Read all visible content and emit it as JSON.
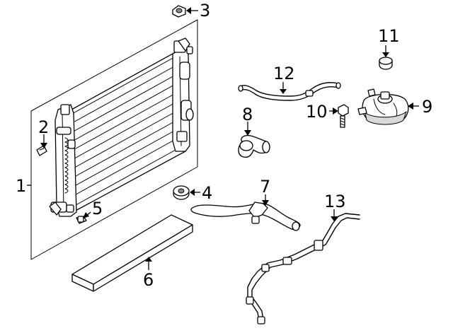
{
  "callouts": [
    {
      "number": "1",
      "part": "radiator"
    },
    {
      "number": "2",
      "part": "clip"
    },
    {
      "number": "3",
      "part": "upper mount"
    },
    {
      "number": "4",
      "part": "lower mount"
    },
    {
      "number": "5",
      "part": "drain plug"
    },
    {
      "number": "6",
      "part": "seal"
    },
    {
      "number": "7",
      "part": "lower hose"
    },
    {
      "number": "8",
      "part": "hose"
    },
    {
      "number": "9",
      "part": "reservoir"
    },
    {
      "number": "10",
      "part": "bolt"
    },
    {
      "number": "11",
      "part": "cap"
    },
    {
      "number": "12",
      "part": "upper hose"
    },
    {
      "number": "13",
      "part": "overflow tube"
    }
  ],
  "colors": {
    "line": "#000000",
    "background": "#ffffff",
    "shade": "#d8d8d8"
  }
}
